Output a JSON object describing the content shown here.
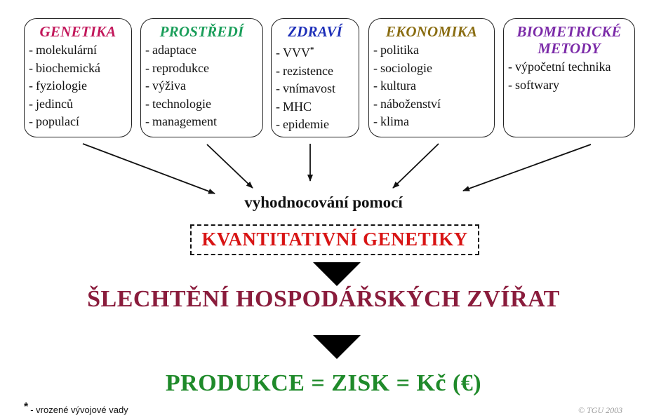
{
  "categories": [
    {
      "title": "GENETIKA",
      "color": "#c2185b",
      "items": [
        "molekulární",
        "biochemická",
        "fyziologie",
        "jedinců",
        "populací"
      ]
    },
    {
      "title": "PROSTŘEDÍ",
      "color": "#1a9e5a",
      "items": [
        "adaptace",
        "reprodukce",
        "výživa",
        "technologie",
        "management"
      ]
    },
    {
      "title": "ZDRAVÍ",
      "color": "#1d2fb8",
      "items": [
        "VVV",
        "rezistence",
        "vnímavost",
        "MHC",
        "epidemie"
      ]
    },
    {
      "title": "EKONOMIKA",
      "color": "#8a6d12",
      "items": [
        "politika",
        "sociologie",
        "kultura",
        "náboženství",
        "klima"
      ]
    },
    {
      "title_line1": "BIOMETRICKÉ",
      "title_line2": "METODY",
      "color": "#7b2aa8",
      "items": [
        "výpočetní technika",
        "softwary"
      ]
    }
  ],
  "health_first_item_mark": "*",
  "evaluation_text": "vyhodnocování pomocí",
  "method_text": "KVANTITATIVNÍ GENETIKY",
  "breeding_text": "ŠLECHTĚNÍ HOSPODÁŘSKÝCH ZVÍŘAT",
  "production_text": "PRODUKCE = ZISK = Kč  (€)",
  "footnote": {
    "mark": "*",
    "text": "- vrozené vývojové vady"
  },
  "copyright": "© TGU 2003",
  "colors": {
    "method": "#d81414",
    "breeding": "#8a1c3c",
    "production": "#1f8a2a"
  }
}
